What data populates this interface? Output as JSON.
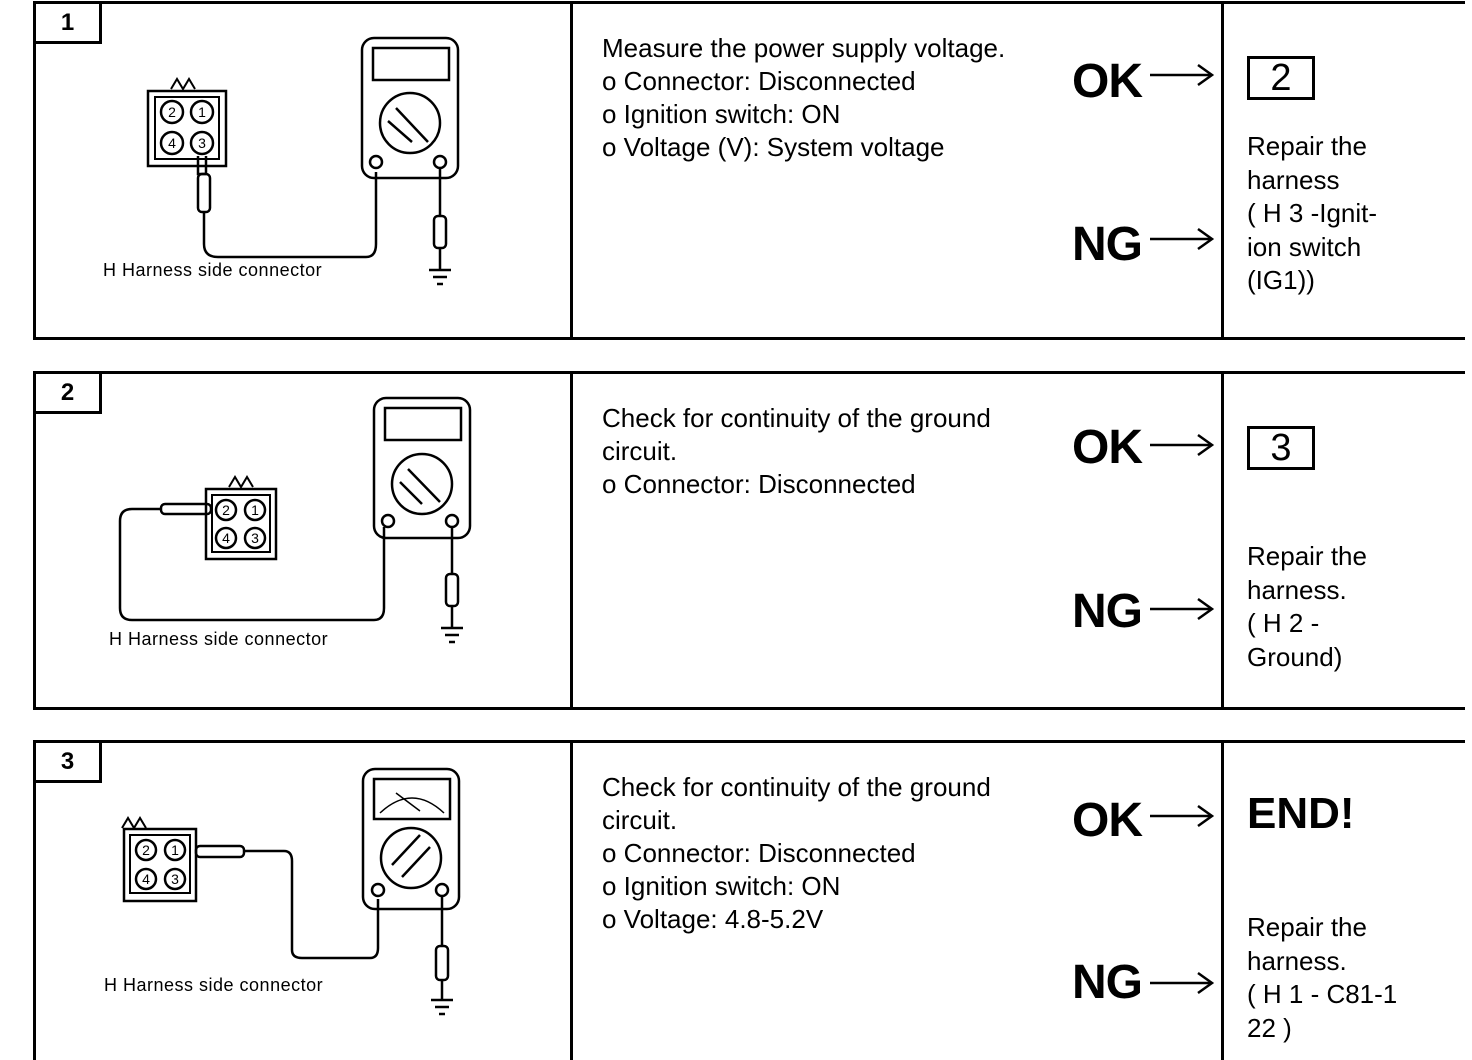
{
  "steps": [
    {
      "number": "1",
      "description": "Measure the power supply voltage.\no Connector: Disconnected\no Ignition switch: ON\no Voltage (V): System voltage",
      "ok_label": "OK",
      "ng_label": "NG",
      "ok_result": "2",
      "ng_result": "Repair the\nharness\n( H 3 -Ignit-\nion switch\n(IG1))",
      "diagram_label": "H Harness side connector",
      "pins": [
        "2",
        "1",
        "4",
        "3"
      ]
    },
    {
      "number": "2",
      "description": "Check for continuity of the ground\ncircuit.\no Connector: Disconnected",
      "ok_label": "OK",
      "ng_label": "NG",
      "ok_result": "3",
      "ng_result": "Repair the\nharness.\n( H 2 -\nGround)",
      "diagram_label": "H Harness side connector",
      "pins": [
        "2",
        "1",
        "4",
        "3"
      ]
    },
    {
      "number": "3",
      "description": "Check for continuity of the ground\ncircuit.\no Connector: Disconnected\no Ignition switch: ON\no Voltage: 4.8-5.2V",
      "ok_label": "OK",
      "ng_label": "NG",
      "ok_result": "END!",
      "ng_result": "Repair the\nharness.\n( H 1 - C81-1\n 22 )",
      "diagram_label": "H Harness side connector",
      "pins": [
        "2",
        "1",
        "4",
        "3"
      ]
    }
  ]
}
